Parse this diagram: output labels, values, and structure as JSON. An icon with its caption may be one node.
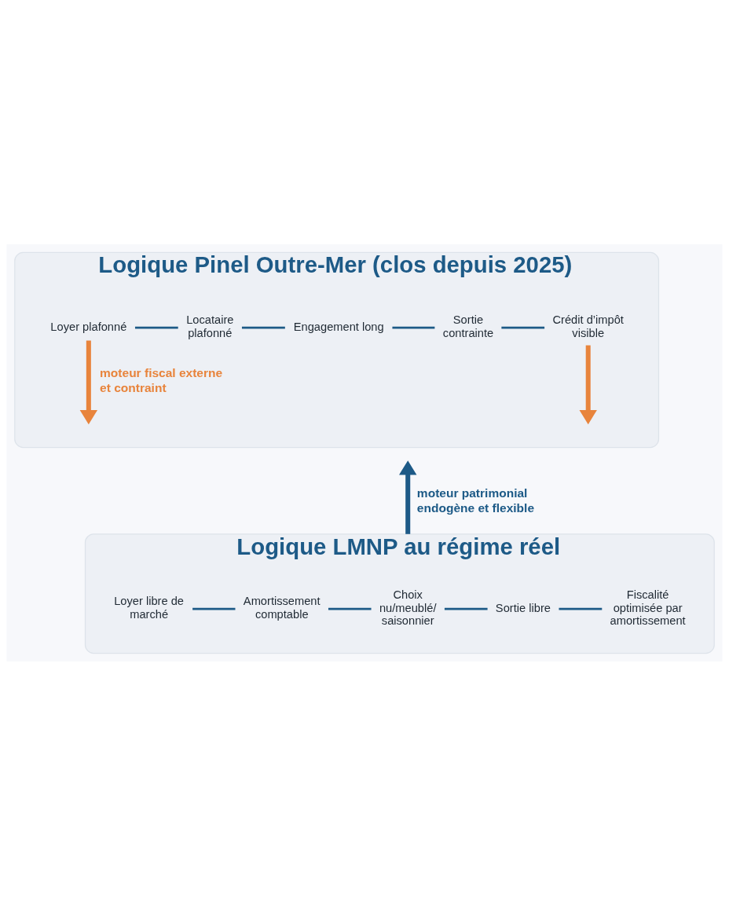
{
  "diagram": {
    "nodes": [
      {
        "text": [
          "Logique Pinel Outre-Mer (clos depuis 2025)"
        ]
      },
      {
        "text": [
          "Loyer plafonné"
        ],
        "in": 0
      },
      {
        "text": [
          "Locataire plafonné"
        ],
        "in": 0
      },
      {
        "text": [
          "Engagement long"
        ],
        "in": 0
      },
      {
        "text": [
          "Sortie contrainte"
        ],
        "in": 0
      },
      {
        "text": [
          "Crédit d’impôt visible"
        ],
        "in": 0
      },
      {
        "text": [
          "Logique LMNP au régime réel"
        ]
      },
      {
        "text": [
          "Loyer libre de marché"
        ],
        "in": 6
      },
      {
        "text": [
          "Amortissement comptable"
        ],
        "in": 6
      },
      {
        "text": [
          "Choix nu/meublé/ saisonnier"
        ],
        "in": 6
      },
      {
        "text": [
          "Sortie libre"
        ],
        "in": 6
      },
      {
        "text": [
          "Fiscalité optimisée par amortissement"
        ],
        "in": 6
      }
    ],
    "edges": [
      {
        "from": 1,
        "to": 2,
        "arrow": "none"
      },
      {
        "from": 2,
        "to": 3,
        "arrow": "none"
      },
      {
        "from": 3,
        "to": 4,
        "arrow": "none"
      },
      {
        "from": 4,
        "to": 5,
        "arrow": "none"
      },
      {
        "from": 1,
        "to": null,
        "arrow": "to",
        "style": "thick",
        "color": "#e8843c",
        "label": "moteur fiscal externe et contraint"
      },
      {
        "from": 5,
        "to": null,
        "arrow": "to",
        "style": "thick",
        "color": "#e8843c"
      },
      {
        "from": 6,
        "to": null,
        "arrow": "to",
        "style": "thick",
        "label": "moteur patrimonial endogène et flexible"
      },
      {
        "from": 7,
        "to": 8,
        "arrow": "none"
      },
      {
        "from": 8,
        "to": 9,
        "arrow": "none"
      },
      {
        "from": 9,
        "to": 10,
        "arrow": "none"
      },
      {
        "from": 10,
        "to": 11,
        "arrow": "none"
      }
    ]
  }
}
